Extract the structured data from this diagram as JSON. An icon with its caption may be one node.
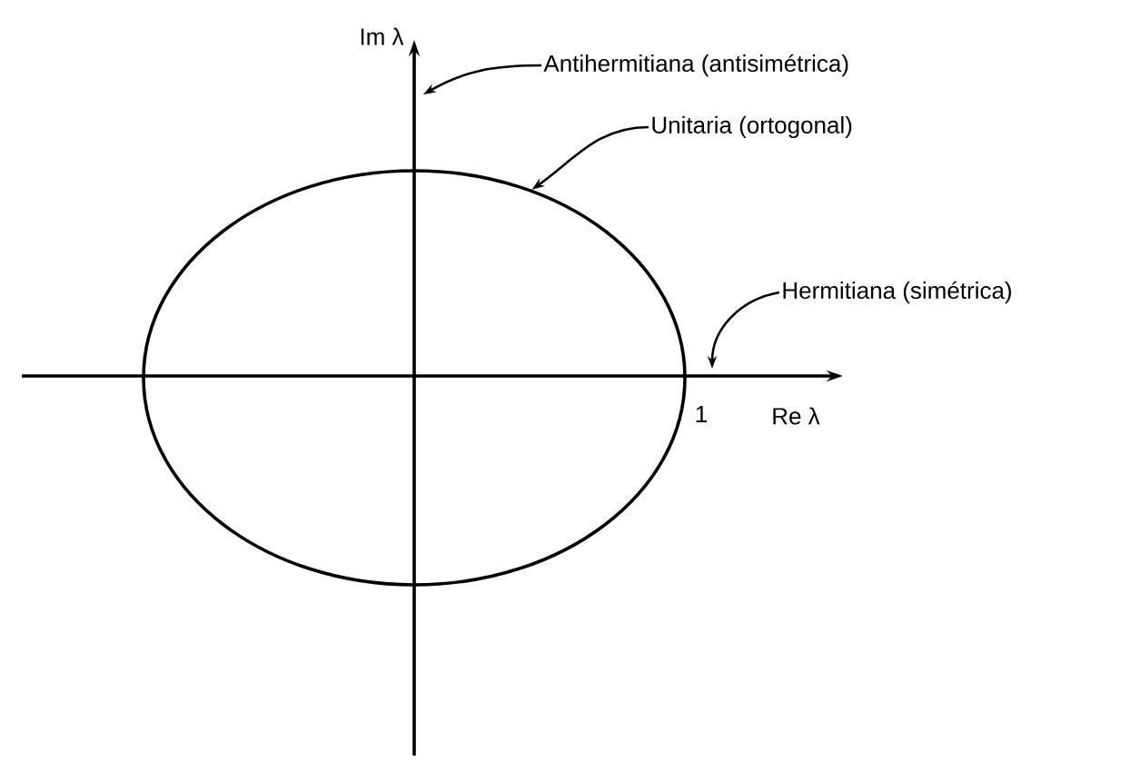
{
  "diagram": {
    "nodes": [
      {
        "text": [
          "Antihermitiana (antisimétrica)"
        ]
      },
      {
        "text": [
          "Unitaria (ortogonal)"
        ]
      },
      {
        "text": [
          "Hermitiana (simétrica)"
        ]
      },
      {
        "text": [],
        "shape": "circle"
      }
    ],
    "edges": [
      {
        "from": 0,
        "to": null,
        "arrow": "to"
      },
      {
        "from": 1,
        "to": 3,
        "arrow": "to"
      },
      {
        "from": 2,
        "to": null,
        "arrow": "to"
      }
    ],
    "labels": [
      "Im λ",
      "1",
      "Re λ"
    ]
  }
}
